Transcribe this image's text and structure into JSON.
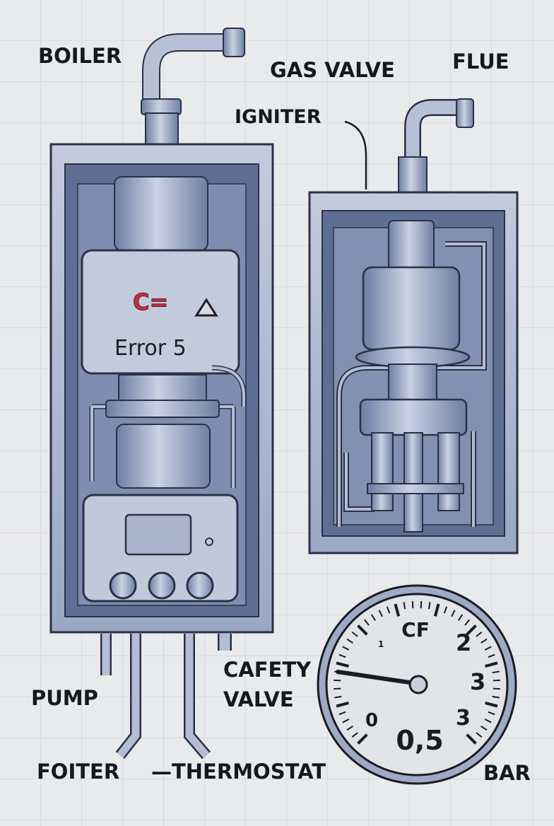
{
  "labels": {
    "boiler": "BOILER",
    "gas_valve": "GAS VALVE",
    "flue": "FLUE",
    "igniter": "IGNITER",
    "pump": "PUMP",
    "safety_valve_line1": "CAFETY",
    "safety_valve_line2": "VALVE",
    "filter": "FOITER",
    "thermostat": "—THERMOSTAT",
    "bar": "BAR"
  },
  "boiler_display": {
    "error_code": "C=",
    "error_text": "Error 5",
    "warning_icon": "warning-triangle-icon",
    "error_color": "#c0323c"
  },
  "gauge": {
    "top_label": "CF",
    "tick_labels": [
      "1",
      "2",
      "3",
      "3",
      "0"
    ],
    "reading_label": "0,5",
    "unit": "BAR"
  },
  "colors": {
    "paper": "#e9eaec",
    "metal": "#9aa8c4",
    "ink": "#1a1c22"
  }
}
